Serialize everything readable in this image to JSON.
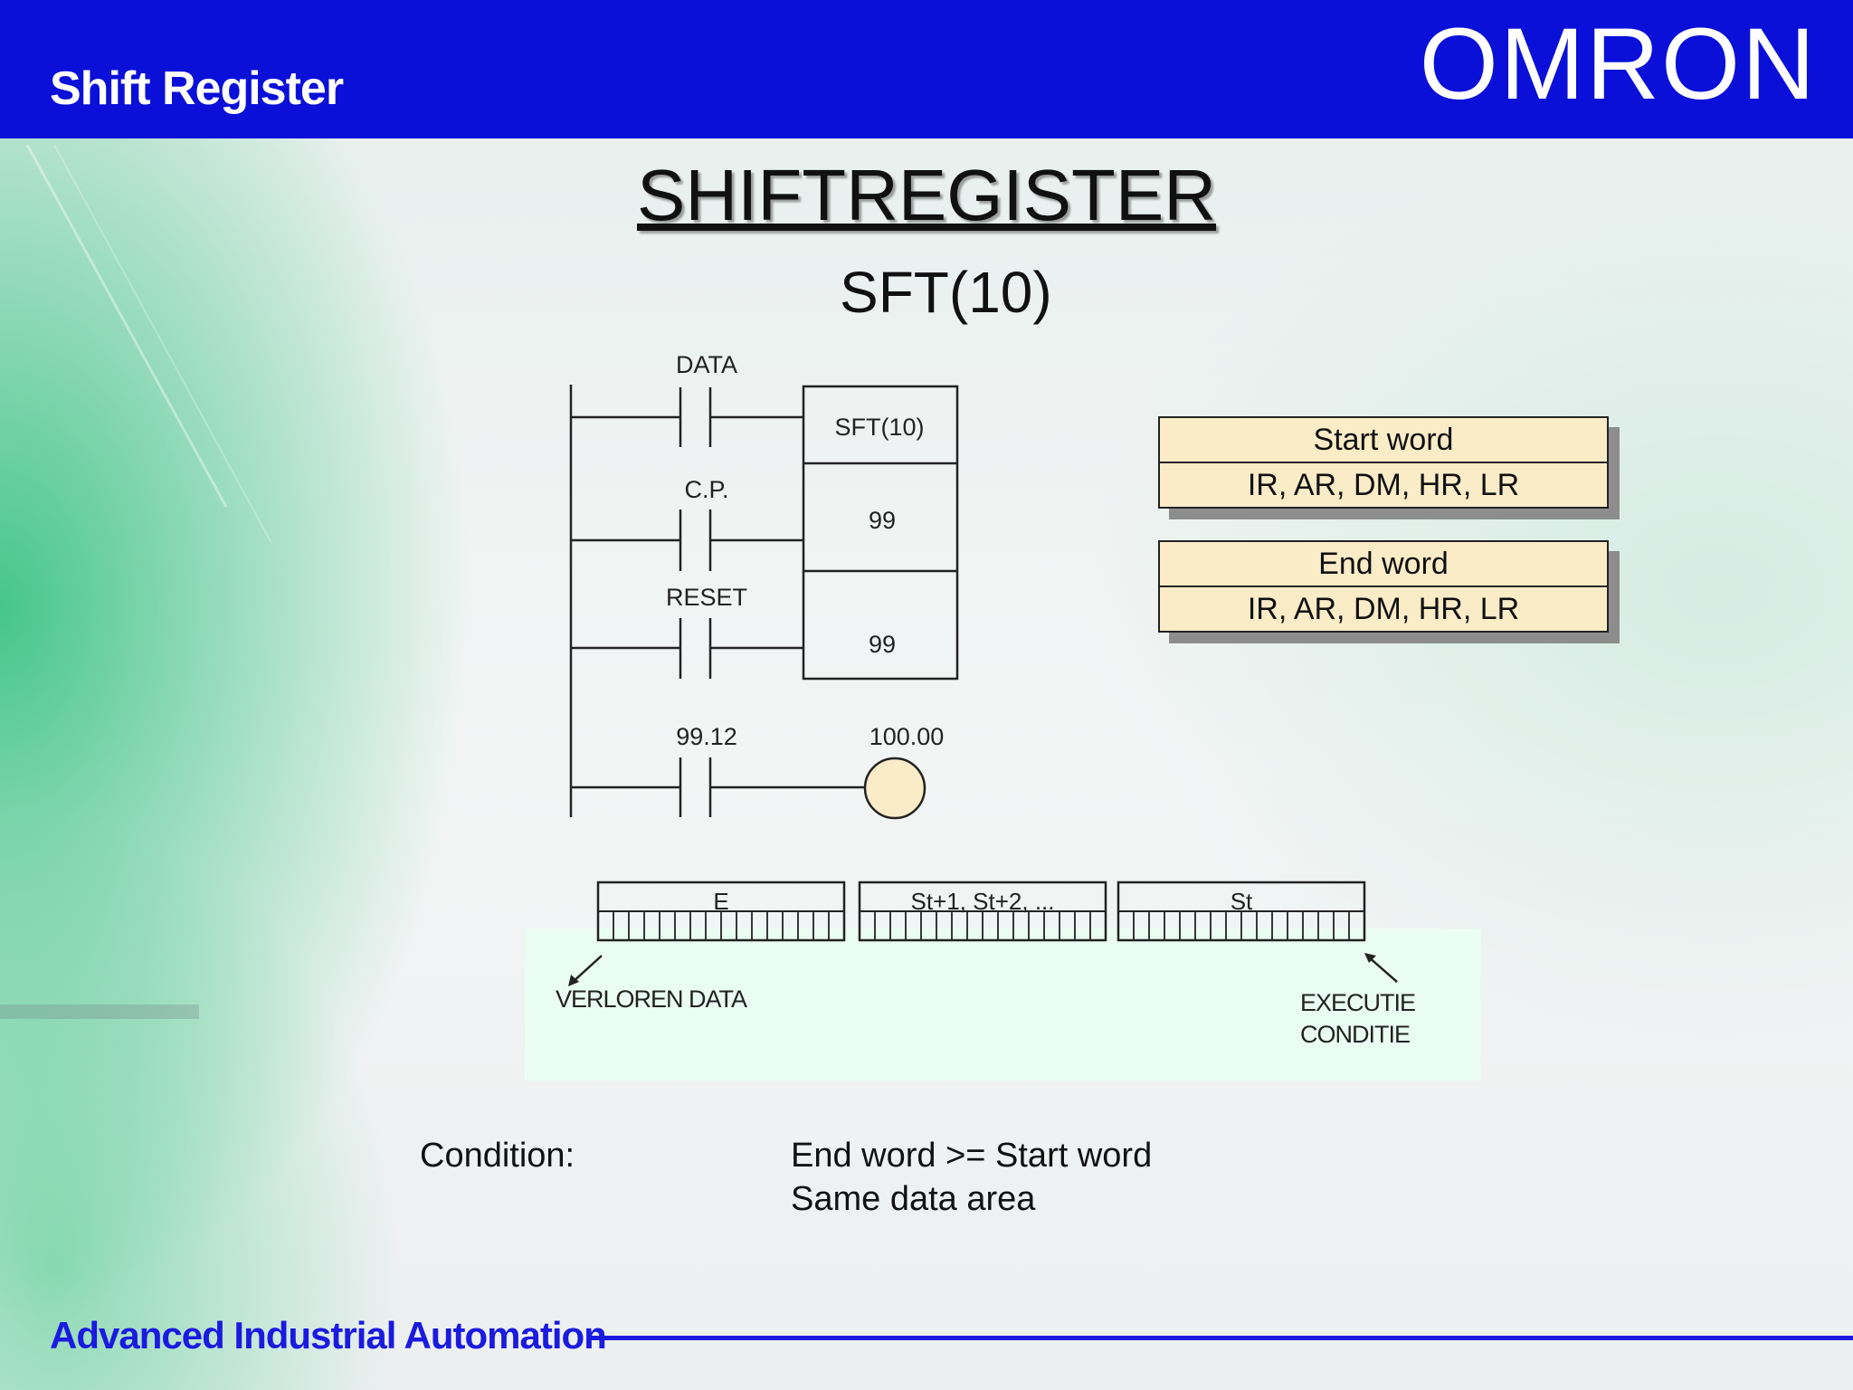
{
  "header": {
    "title": "Shift Register",
    "brand": "OMRON"
  },
  "footer": {
    "text": "Advanced Industrial Automation"
  },
  "slide": {
    "title": "SHIFTREGISTER",
    "subtitle": "SFT(10)"
  },
  "ladder": {
    "contacts": [
      "DATA",
      "C.P.",
      "RESET",
      "99.12"
    ],
    "block": [
      "SFT(10)",
      "99",
      "99"
    ],
    "coil": "100.00"
  },
  "info_boxes": [
    {
      "header": "Start word",
      "body": "IR, AR, DM, HR, LR"
    },
    {
      "header": "End word",
      "body": "IR, AR, DM, HR, LR"
    }
  ],
  "register": {
    "words": [
      "E",
      "St+1, St+2, ...",
      "St"
    ],
    "lost_data": "VERLOREN DATA",
    "execution_line1": "EXECUTIE",
    "execution_line2": "CONDITIE"
  },
  "condition": {
    "label": "Condition:",
    "line1": "End word >= Start word",
    "line2": "Same data area"
  },
  "colors": {
    "header_blue": "#0a10d8",
    "footer_blue": "#1a1ae0",
    "box_fill": "#fbecc8",
    "coil_fill": "#fbecc8"
  }
}
